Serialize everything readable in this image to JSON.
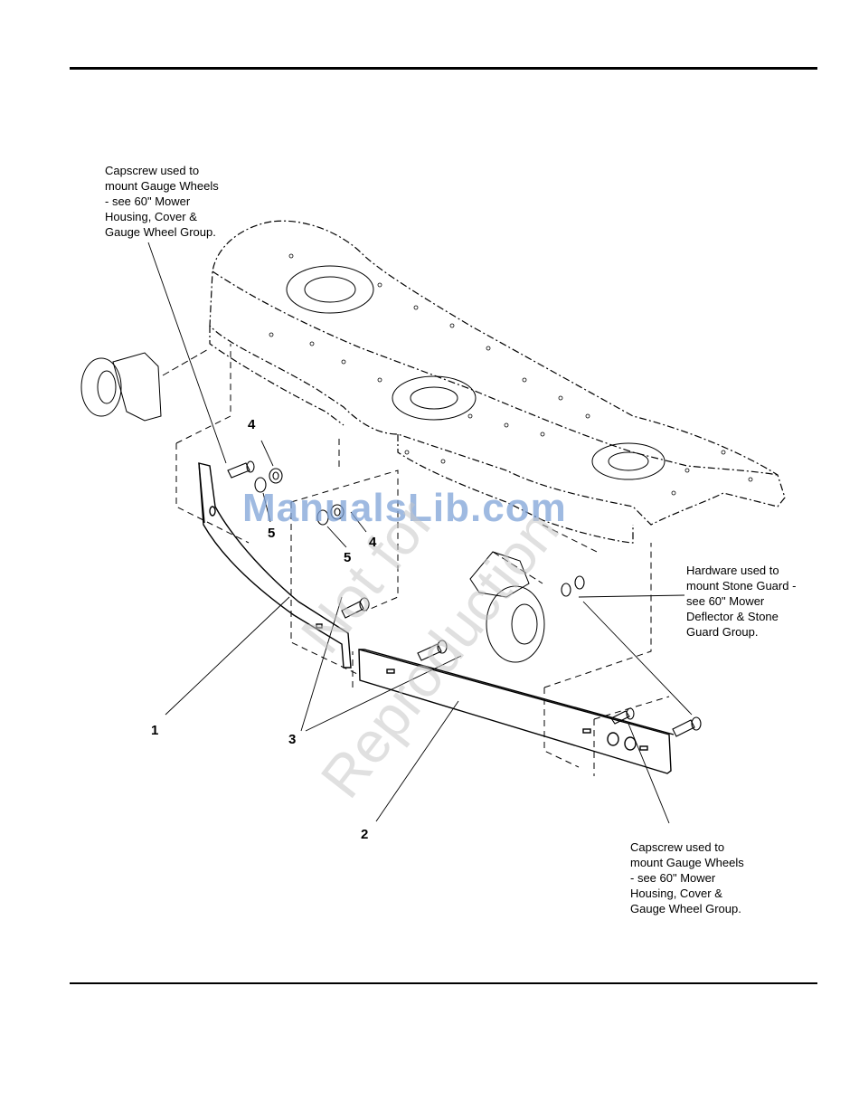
{
  "notes": {
    "gauge_wheels_top": "Capscrew used to\nmount Gauge Wheels\n- see 60\" Mower\nHousing, Cover &\nGauge Wheel Group.",
    "stone_guard": "Hardware used to\nmount Stone Guard -\nsee 60\" Mower\nDeflector & Stone\nGuard Group.",
    "gauge_wheels_bottom": "Capscrew used to\nmount Gauge Wheels\n- see 60\" Mower\nHousing, Cover &\nGauge Wheel Group."
  },
  "callouts": {
    "c1": "1",
    "c2": "2",
    "c3": "3",
    "c4a": "4",
    "c4b": "4",
    "c5a": "5",
    "c5b": "5"
  },
  "watermark": {
    "site": "ManualsLib.com",
    "line1": "Not for",
    "line2": "Reproduction"
  }
}
